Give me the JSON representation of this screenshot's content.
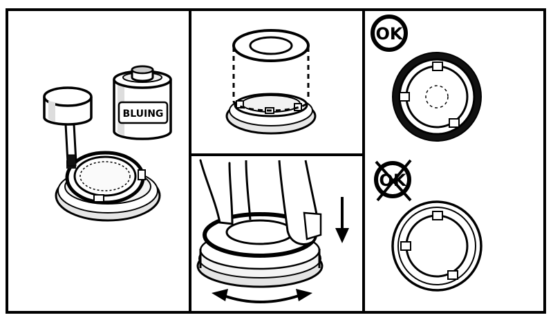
{
  "panel_1": {
    "can_label": "BLUING"
  },
  "panel_4": {
    "ok_badge": "OK",
    "not_ok_badge": "OK"
  }
}
